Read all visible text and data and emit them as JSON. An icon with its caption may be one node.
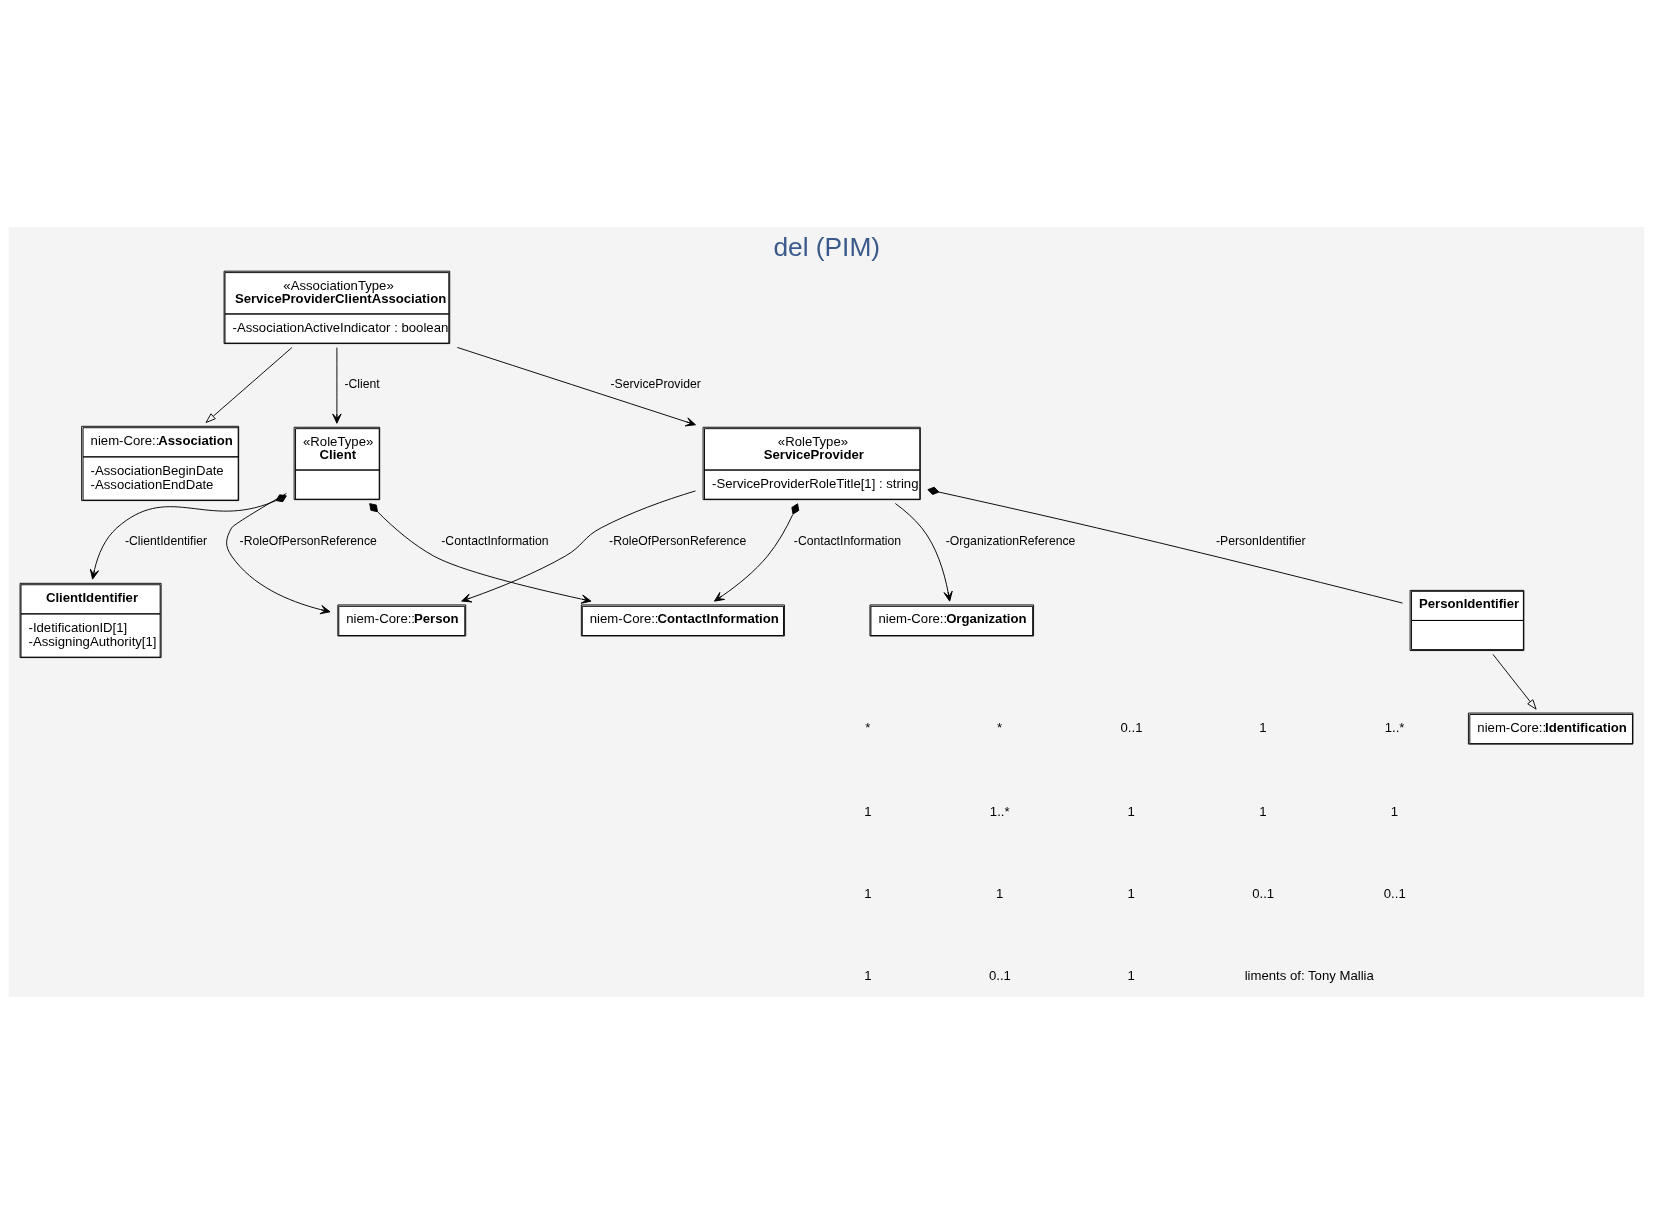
{
  "diagram": {
    "title": "del (PIM)",
    "nodes": [
      {
        "text": [
          "niem-Core::**Association**",
          "-AssociationBeginDate",
          "-AssociationEndDate"
        ]
      },
      {
        "text": [
          "niem-Core::**Identification**"
        ]
      },
      {
        "text": [
          "PersonIdentifier"
        ]
      },
      {
        "text": [
          "«AssociationType» **ServiceProviderClientAssociation**",
          "-AssociationActiveIndicator : boolean"
        ]
      },
      {
        "text": [
          "«RoleType» **Client**"
        ]
      },
      {
        "text": [
          "ClientIdentifier",
          "-IdetificationID[1]",
          "-AssigningAuthority[1]"
        ]
      },
      {
        "text": [
          "«RoleType» **ServiceProvider**",
          "-ServiceProviderRoleTitle[1] : string"
        ]
      },
      {
        "text": [
          "niem-Core::**ContactInformation**"
        ]
      },
      {
        "text": [
          "niem-Core::**Person**"
        ]
      },
      {
        "text": [
          "niem-Core::**Organization**"
        ]
      }
    ],
    "edges": [
      {
        "from": 3,
        "to": 0,
        "arrow": "to"
      },
      {
        "from": 2,
        "to": 1,
        "arrow": "to"
      },
      {
        "from": 3,
        "to": 4,
        "arrow": "to",
        "label": "-Client"
      },
      {
        "from": 3,
        "to": 6,
        "arrow": "to",
        "label": "-ServiceProvider"
      },
      {
        "from": 4,
        "to": 5,
        "arrow": "to",
        "label": "-ClientIdentifier"
      },
      {
        "from": 6,
        "to": 2,
        "arrow": "other",
        "label": "-PersonIdentifier"
      },
      {
        "from": 4,
        "to": 7,
        "arrow": "to",
        "label": "-ContactInformation"
      },
      {
        "from": 6,
        "to": 7,
        "arrow": "to",
        "label": "-ContactInformation"
      },
      {
        "from": 4,
        "to": 8,
        "arrow": "to",
        "label": "-RoleOfPersonReference"
      },
      {
        "from": 6,
        "to": 8,
        "arrow": "to",
        "label": "-RoleOfPersonReference"
      },
      {
        "from": 6,
        "to": 9,
        "arrow": "to",
        "label": "-OrganizationReference"
      }
    ],
    "labels": [
      "*",
      "*",
      "0..1",
      "1",
      "1..*",
      "1",
      "1..*",
      "1",
      "1",
      "1",
      "1",
      "1",
      "1",
      "0..1",
      "0..1",
      "1",
      "0..1",
      "1",
      "liments of: Tony Mallia"
    ]
  }
}
